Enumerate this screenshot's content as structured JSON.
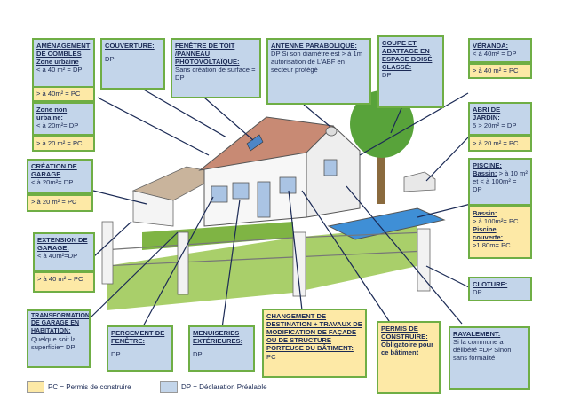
{
  "colors": {
    "dp_blue": "#c3d5ea",
    "pc_yellow": "#fde9a6",
    "border_green": "#6fae45",
    "text_navy": "#1b2a55"
  },
  "boxes": {
    "amenagement": {
      "title": "AMÉNAGEMENT DE COMBLES",
      "sub1": "Zone urbaine",
      "dp1": "< à 40 m² = DP",
      "pc1": "> à 40m² = PC",
      "sub2": "Zone non urbaine:",
      "dp2": "< à 20m²= DP",
      "pc2": "> à 20 m² = PC"
    },
    "couverture": {
      "title": "COUVERTURE:",
      "text": "DP"
    },
    "fenetre_toit": {
      "title": "FENÊTRE DE TOIT /PANNEAU PHOTOVOLTAÏQUE:",
      "text": "Sans création de surface = DP"
    },
    "antenne": {
      "title": "ANTENNE PARABOLIQUE:",
      "text": "DP Si son diamètre est > à 1m autorisation de L'ABF en secteur protégé"
    },
    "coupe": {
      "title": "COUPE ET ABATTAGE EN ESPACE BOISÉ CLASSÉ:",
      "text": "DP"
    },
    "veranda": {
      "title": "VÉRANDA:",
      "dp": "< à 40m² = DP",
      "pc": "> à 40 m² = PC"
    },
    "abri": {
      "title": "ABRI DE JARDIN:",
      "dp": "5 > 20m² = DP",
      "pc": "> à 20 m² = PC"
    },
    "piscine": {
      "title": "PISCINE:",
      "sub1": "Bassin:",
      "dp": "> à 10 m² et < à 100m² = DP",
      "sub2": "Bassin:",
      "pc": "> à 100m²= PC",
      "sub3": "Piscine couverte:",
      "pc2": ">1,80m= PC"
    },
    "creation_garage": {
      "title": "CRÉATION DE GARAGE",
      "dp": "< à 20m²= DP",
      "pc": "> à 20 m² = PC"
    },
    "extension_garage": {
      "title": "EXTENSION DE GARAGE:",
      "dp": "< à 40m²=DP",
      "pc": "> à 40 m² = PC"
    },
    "cloture": {
      "title": "CLOTURE:",
      "text": "DP"
    },
    "transformation": {
      "title": "TRANSFORMATION DE GARAGE EN HABITATION:",
      "text": "Quelque soit la superficie= DP"
    },
    "percement": {
      "title": "PERCEMENT DE FENÊTRE:",
      "text": "DP"
    },
    "menuiseries": {
      "title": "MENUISERIES EXTÉRIEURES:",
      "text": "DP"
    },
    "changement": {
      "title": "CHANGEMENT DE DESTINATION + TRAVAUX DE MODIFICATION DE FAÇADE OU DE STRUCTURE PORTEUSE DU BÂTIMENT:",
      "text": "PC"
    },
    "permis": {
      "title": "PERMIS DE CONSTRUIRE:",
      "text": "Obligatoire pour ce bâtiment"
    },
    "ravalement": {
      "title": "RAVALEMENT:",
      "text": "Si la commune a délibéré =DP Sinon sans formalité"
    }
  },
  "legend": {
    "pc": "PC = Permis de construire",
    "dp": "DP = Déclaration Préalable"
  }
}
